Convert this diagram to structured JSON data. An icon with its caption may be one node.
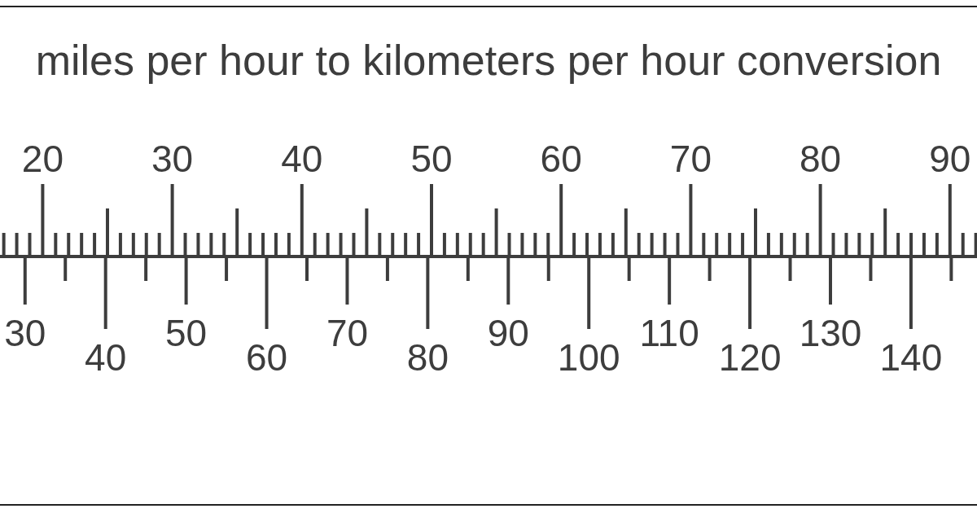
{
  "diagram": {
    "title": "miles per hour to kilometers per hour conversion",
    "labels": [
      "20",
      "30",
      "40",
      "50",
      "60",
      "70",
      "80",
      "90",
      "30",
      "40",
      "50",
      "60",
      "70",
      "80",
      "90",
      "100",
      "110",
      "120",
      "130",
      "140"
    ]
  }
}
